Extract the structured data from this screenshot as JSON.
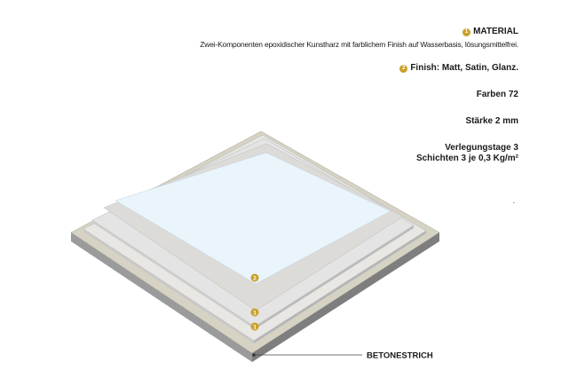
{
  "material": {
    "badge": "1",
    "heading": "MATERIAL",
    "description": "Zwei-Komponenten epoxidischer Kunstharz mit farblichem Finish auf Wasserbasis, lösungsmittelfrei."
  },
  "finish": {
    "badge": "2",
    "text": "Finish: Matt, Satin, Glanz."
  },
  "colors_line": "Farben 72",
  "thickness_line": "Stärke 2 mm",
  "install_days_line": "Verlegungstage 3",
  "layers_line": "Schichten 3 je 0,3 Kg/m²",
  "stray_mark": ".",
  "layer_markers": [
    "2",
    "1",
    "1"
  ],
  "base_label": "BETONESTRICH",
  "colors": {
    "badge": "#c9a028",
    "base_top": "#d6d2c4",
    "base_side": "#8a8a8a",
    "layer_grey": "#e3e3e3",
    "layer_light": "#f1f1f1",
    "finish_blue": "#e9f4fb"
  }
}
